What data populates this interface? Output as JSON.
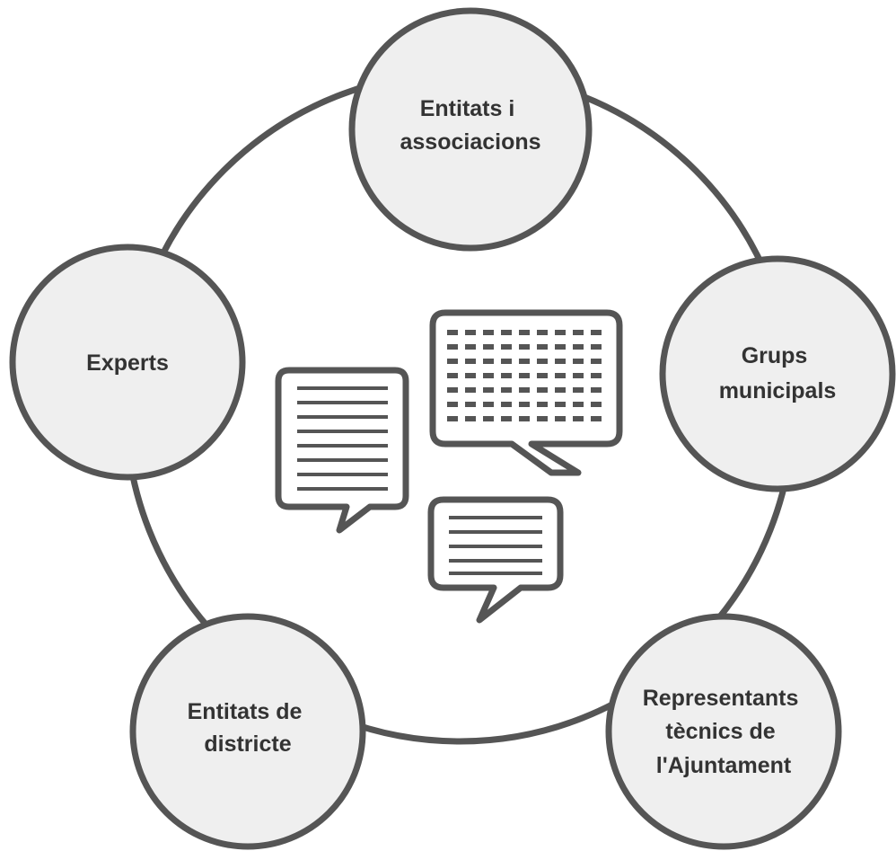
{
  "diagram": {
    "nodes": [
      {
        "id": "entitats-associacions",
        "lines": [
          "Entitats i",
          "associacions"
        ]
      },
      {
        "id": "grups-municipals",
        "lines": [
          "Grups",
          "municipals"
        ]
      },
      {
        "id": "representants-tecnics",
        "lines": [
          "Representants",
          "tècnics de",
          "l'Ajuntament"
        ]
      },
      {
        "id": "entitats-districte",
        "lines": [
          "Entitats de",
          "districte"
        ]
      },
      {
        "id": "experts",
        "lines": [
          "Experts"
        ]
      }
    ],
    "center_icon": "speech-bubbles-icon",
    "colors": {
      "stroke": "#555555",
      "node_fill": "#efefef",
      "text": "#333333"
    }
  }
}
